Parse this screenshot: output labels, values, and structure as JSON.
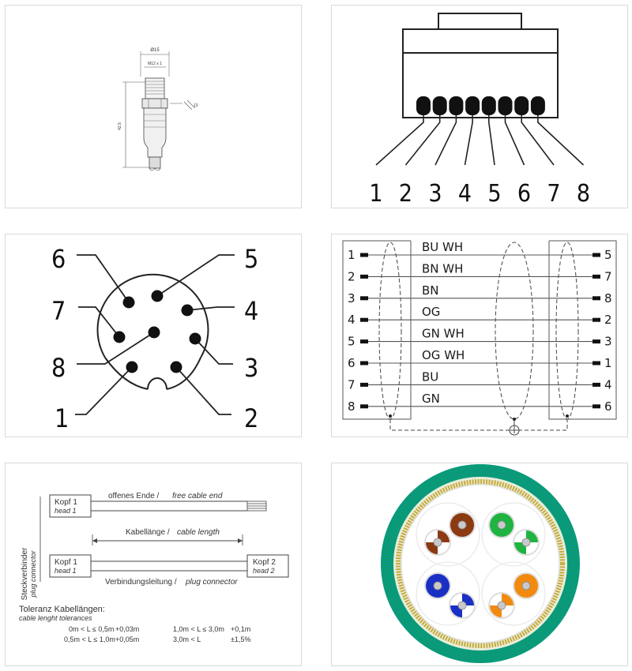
{
  "connector_drawing": {
    "dim_diameter": "Ø15",
    "dim_thread": "M12 x 1",
    "dim_length": "42,5",
    "dim_wrench": "13"
  },
  "rj45": {
    "pin_labels": [
      "1",
      "2",
      "3",
      "4",
      "5",
      "6",
      "7",
      "8"
    ]
  },
  "m12_face": {
    "pins": [
      {
        "label": "1"
      },
      {
        "label": "2"
      },
      {
        "label": "3"
      },
      {
        "label": "4"
      },
      {
        "label": "5"
      },
      {
        "label": "6"
      },
      {
        "label": "7"
      },
      {
        "label": "8"
      }
    ]
  },
  "wiring": {
    "left_pins": [
      "1",
      "2",
      "3",
      "4",
      "5",
      "6",
      "7",
      "8"
    ],
    "right_pins": [
      "5",
      "7",
      "8",
      "2",
      "3",
      "1",
      "4",
      "6"
    ],
    "wire_colors": [
      "BU WH",
      "BN WH",
      "BN",
      "OG",
      "GN WH",
      "OG WH",
      "BU",
      "GN"
    ]
  },
  "cable_info": {
    "side_label_de": "Steckverbinder",
    "side_label_en": "plug connector",
    "head1_de": "Kopf 1",
    "head1_en": "head 1",
    "head2_de": "Kopf 2",
    "head2_en": "head 2",
    "free_end_de": "offenes Ende /",
    "free_end_en": "free cable end",
    "length_de": "Kabellänge /",
    "length_en": "cable length",
    "connect_de": "Verbindungsleitung /",
    "connect_en": "plug connector",
    "tol_title_de": "Toleranz Kabellängen:",
    "tol_title_en": "cable lenght tolerances",
    "tolerances": [
      {
        "range": "0m < L ≤ 0,5m",
        "value": "+0,03m"
      },
      {
        "range": "0,5m < L ≤ 1,0m",
        "value": "+0,05m"
      },
      {
        "range": "1,0m < L ≤ 3,0m",
        "value": "+0,1m"
      },
      {
        "range": "3,0m < L",
        "value": "±1,5%"
      }
    ]
  },
  "cable_cross_section": {
    "colors": {
      "jacket": "#0a9a7a",
      "shield": "#c8a93a",
      "brown": "#8b3a12",
      "green": "#1fb341",
      "blue": "#1a2fc4",
      "orange": "#f28a10"
    }
  }
}
